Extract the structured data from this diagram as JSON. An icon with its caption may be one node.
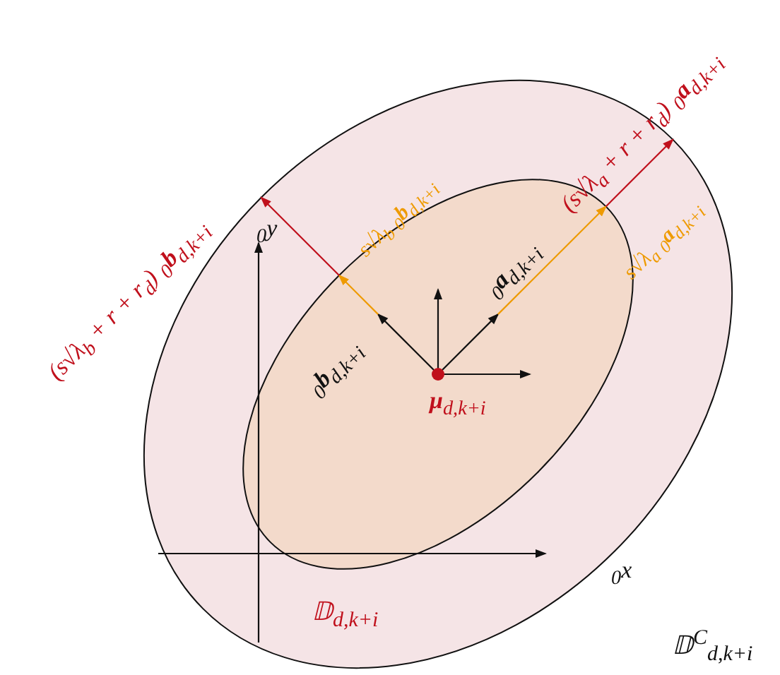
{
  "diagram": {
    "labels": [
      "(s√λ$_{b}$ + r + r$_{d}$) $_{0}$**b**$_{d,k+i}$",
      "s√λ$_{b}$ $_{0}$**b**$_{d,k+i}$",
      "(s√λ$_{a}$ + r + r$_{d}$) $_{0}$**a**$_{d,k+i}$",
      "s√λ$_{a}$ $_{0}$**a**$_{d,k+i}$",
      "$_{0}$y",
      "$_{0}$**a**$_{d,k+i}$",
      "$_{0}$**b**$_{d,k+i}$",
      "**μ**$_{d,k+i}$",
      "$_{0}$x",
      "𝔻$_{d,k+i}$",
      "𝔻$^{C}$$_{d,k+i}$"
    ]
  }
}
